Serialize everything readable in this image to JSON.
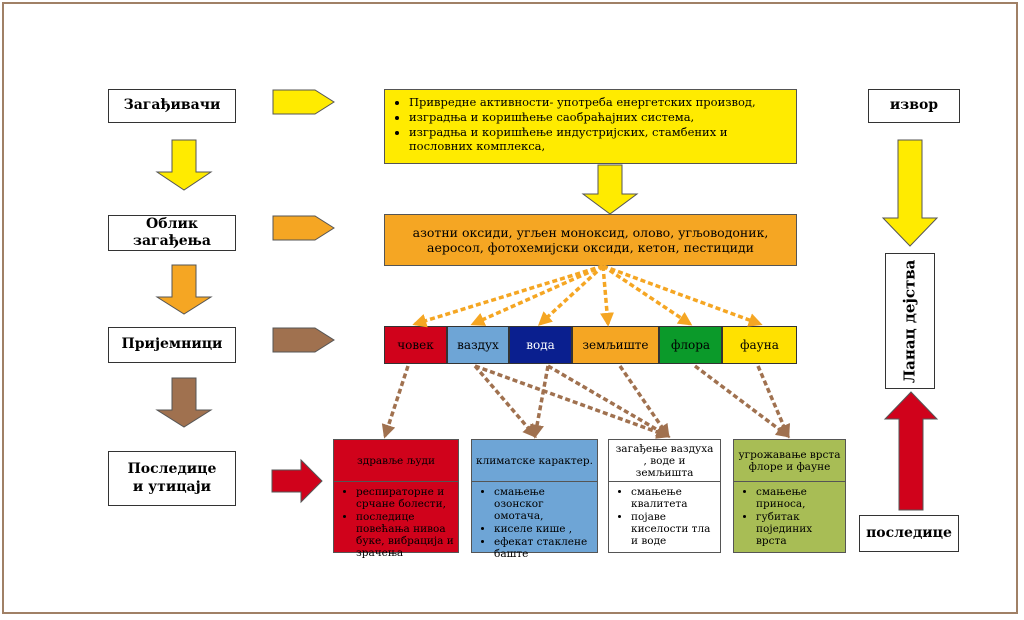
{
  "labels": {
    "zagadjivaci": "Загађивачи",
    "oblik": "Облик загађења",
    "prijemnici": "Пријемници",
    "posledice": "Последице и утицаји"
  },
  "right": {
    "izvor": "извор",
    "lanac": "Ланац дејства",
    "posledice": "последице"
  },
  "sources": [
    "Привредне активности- употреба енергетских производ,",
    "изградња и коришћење саобраћајних система,",
    "изградња и коришћење индустријских, стамбених и пословних комплекса,"
  ],
  "pollutants": "азотни оксиди, угљен моноксид, олово, угљоводоник, аеросол, фотохемијски оксиди, кетон, пестициди",
  "receptors": [
    {
      "label": "човек",
      "color": "#d0021b",
      "text_color": "#000000"
    },
    {
      "label": "ваздух",
      "color": "#6ea5d6",
      "text_color": "#000000"
    },
    {
      "label": "вода",
      "color": "#0a1f8f",
      "text_color": "#ffffff"
    },
    {
      "label": "земљиште",
      "color": "#f5a623",
      "text_color": "#000000"
    },
    {
      "label": "флора",
      "color": "#0b9a2a",
      "text_color": "#000000"
    },
    {
      "label": "фауна",
      "color": "#ffe100",
      "text_color": "#000000"
    }
  ],
  "effects": [
    {
      "title": "здравље људи",
      "bg": "#d0021b",
      "items": [
        "респираторне и срчане болести,",
        "последице повећања нивоа буке, вибрација и зрачења"
      ]
    },
    {
      "title": "климатске карактер.",
      "bg": "#6ea5d6",
      "items": [
        "смањење озонског омотача,",
        "киселе кише ,",
        "ефекат стаклене баште"
      ]
    },
    {
      "title": "загађење ваздуха , воде и земљишта",
      "bg": "#ffffff",
      "items": [
        "смањење квалитета",
        "појаве киселости тла и воде"
      ]
    },
    {
      "title": "угрожавање врста флоре и фауне",
      "bg": "#a8bd55",
      "items": [
        "смањење приноса,",
        "губитак појединих врста"
      ]
    }
  ],
  "colors": {
    "yellow": "#ffeb00",
    "orange": "#f5a623",
    "brown": "#a0714f",
    "red": "#d0021b",
    "frame": "#a08066"
  }
}
